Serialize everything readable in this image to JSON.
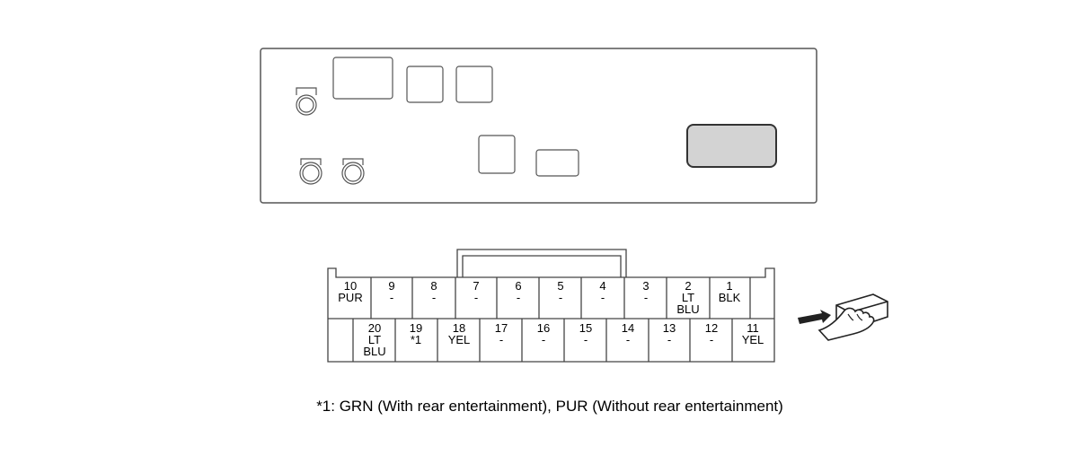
{
  "connector": {
    "top_row": [
      {
        "pin": "10",
        "color": "PUR"
      },
      {
        "pin": "9",
        "color": "-"
      },
      {
        "pin": "8",
        "color": "-"
      },
      {
        "pin": "7",
        "color": "-"
      },
      {
        "pin": "6",
        "color": "-"
      },
      {
        "pin": "5",
        "color": "-"
      },
      {
        "pin": "4",
        "color": "-"
      },
      {
        "pin": "3",
        "color": "-"
      },
      {
        "pin": "2",
        "color": "LT",
        "color2": "BLU"
      },
      {
        "pin": "1",
        "color": "BLK"
      }
    ],
    "bottom_row": [
      {
        "pin": "20",
        "color": "LT",
        "color2": "BLU"
      },
      {
        "pin": "19",
        "color": "*1"
      },
      {
        "pin": "18",
        "color": "YEL"
      },
      {
        "pin": "17",
        "color": "-"
      },
      {
        "pin": "16",
        "color": "-"
      },
      {
        "pin": "15",
        "color": "-"
      },
      {
        "pin": "14",
        "color": "-"
      },
      {
        "pin": "13",
        "color": "-"
      },
      {
        "pin": "12",
        "color": "-"
      },
      {
        "pin": "11",
        "color": "YEL"
      }
    ]
  },
  "footnote": "*1: GRN (With rear entertainment), PUR (Without rear entertainment)",
  "colors": {
    "stroke": "#555555",
    "fill_dark": "#d3d3d3"
  },
  "icons": {
    "view_direction": "hand-pointing-connector-icon"
  }
}
